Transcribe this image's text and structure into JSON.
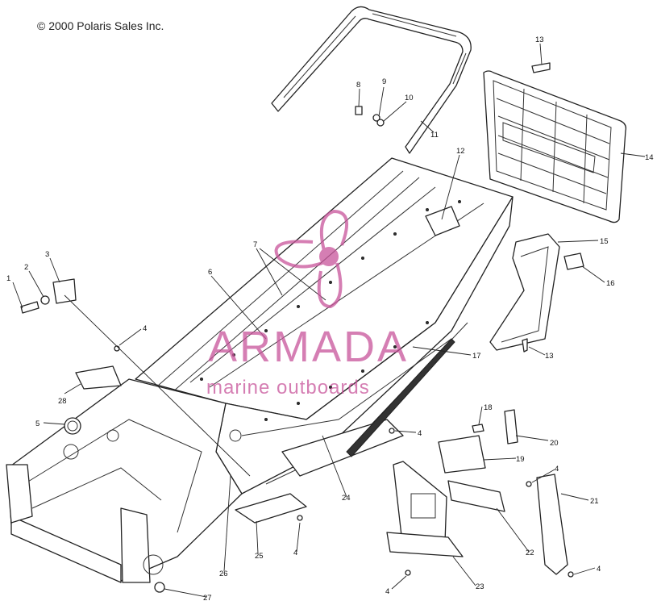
{
  "copyright": "© 2000 Polaris Sales Inc.",
  "watermark": {
    "brand": "ARMADA",
    "tagline": "marine outboards",
    "color": "#c8539a"
  },
  "callouts": [
    "1",
    "2",
    "3",
    "4",
    "5",
    "6",
    "7",
    "8",
    "9",
    "10",
    "11",
    "12",
    "13",
    "14",
    "15",
    "16",
    "17",
    "18",
    "19",
    "20",
    "21",
    "22",
    "23",
    "24",
    "25",
    "26",
    "27",
    "28"
  ]
}
